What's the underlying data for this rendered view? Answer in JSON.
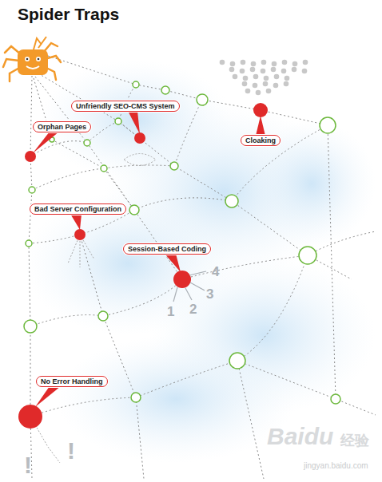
{
  "diagram": {
    "title": "Spider Traps",
    "nodes": [
      {
        "text": [
          "Unfriendly SEO-CMS System"
        ]
      },
      {
        "text": [
          "Orphan Pages"
        ]
      },
      {
        "text": [
          "Cloaking"
        ]
      },
      {
        "text": [
          "Bad Server Configuration"
        ]
      },
      {
        "text": [
          "Session-Based Coding"
        ]
      },
      {
        "text": [
          "No Error Handling"
        ]
      }
    ],
    "labels": [
      "4",
      "3",
      "2",
      "1",
      "!",
      "!",
      "Baidu",
      "经验",
      "jingyan.baidu.com"
    ]
  }
}
